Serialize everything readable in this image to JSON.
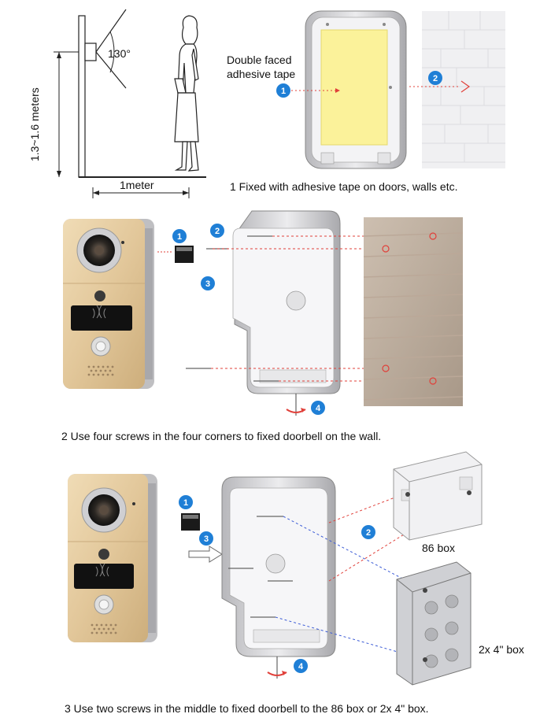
{
  "section1": {
    "angle_label": "130°",
    "height_label": "1.3~1.6 meters",
    "distance_label": "1meter",
    "tape_label_line1": "Double faced",
    "tape_label_line2": "adhesive tape",
    "caption": "1 Fixed with adhesive tape on doors, walls etc.",
    "step_numbers": [
      "1",
      "2"
    ]
  },
  "section2": {
    "caption": "2  Use four screws in the four corners to fixed doorbell on the wall.",
    "step_numbers": [
      "1",
      "2",
      "3",
      "4"
    ]
  },
  "section3": {
    "box86_label": "86 box",
    "box2x4_label": "2x 4\" box",
    "caption": "3 Use two screws in the middle to fixed doorbell to the 86 box or 2x 4\" box.",
    "step_numbers": [
      "1",
      "2",
      "3",
      "4"
    ]
  },
  "colors": {
    "badge": "#1f7fd6",
    "doorbell_gold": "#e2c79a",
    "dash_red": "#e0403a",
    "dash_blue": "#3b5bd6"
  }
}
